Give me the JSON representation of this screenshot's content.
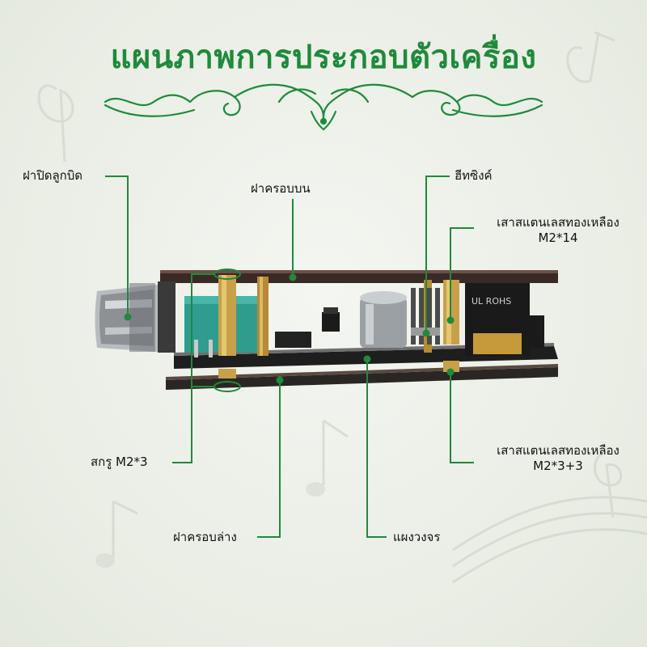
{
  "title": "แผนภาพการประกอบตัวเครื่อง",
  "labels": {
    "knob_cap": "ฝาปิดลูกบิด",
    "top_cover": "ฝาครอบบน",
    "heatsink": "ฮีทซิงค์",
    "standoff_top_line1": "เสาสแตนเลสทองเหลือง",
    "standoff_top_line2": "M2*14",
    "screw": "สกรู M2*3",
    "standoff_bottom_line1": "เสาสแตนเลสทองเหลือง",
    "standoff_bottom_line2": "M2*3+3",
    "bottom_cover": "ฝาครอบล่าง",
    "circuit_board": "แผงวงจร"
  },
  "product_markings": {
    "relay": "UL ROHS"
  },
  "colors": {
    "accent": "#1f8a3b",
    "title": "#1f8a3b",
    "leader": "#1f8a3b",
    "pcb": "#2a2a2a",
    "brass": "#c8a04a",
    "teal": "#2f9c8f"
  }
}
